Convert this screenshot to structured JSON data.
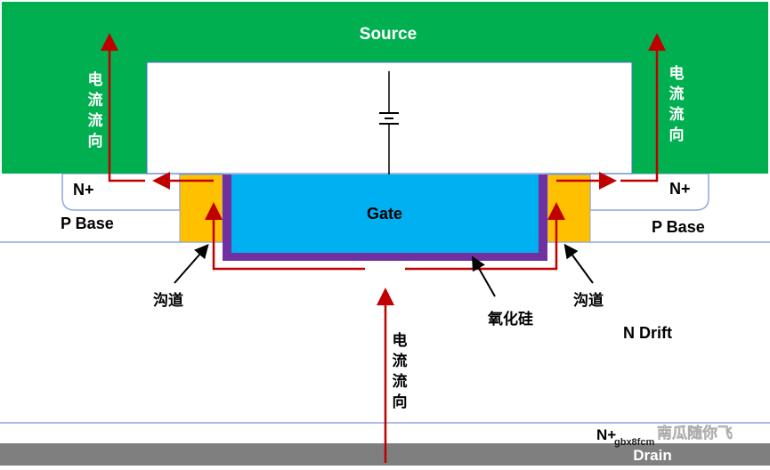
{
  "diagram": {
    "labels": {
      "source": "Source",
      "gate": "Gate",
      "n_plus_left": "N+",
      "n_plus_right": "N+",
      "p_base_left": "P Base",
      "p_base_right": "P Base",
      "n_drift": "N Drift",
      "n_plus_bottom": "N+",
      "drain": "Drain",
      "channel_left": "沟道",
      "channel_right": "沟道",
      "oxide": "氧化硅",
      "current_left": [
        "电",
        "流",
        "流",
        "向"
      ],
      "current_right": [
        "电",
        "流",
        "流",
        "向"
      ],
      "current_center": [
        "电",
        "流",
        "流",
        "向"
      ]
    },
    "watermark": {
      "name": "南瓜随你飞",
      "id": "gbx8fcm"
    },
    "colors": {
      "source_metal": "#00B050",
      "gate_poly": "#00B0F0",
      "gate_oxide": "#7030A0",
      "channel": "#FFC000",
      "drain_metal": "#7F7F7F",
      "current_arrow": "#C00000",
      "region_border": "#8EA9DB",
      "source_label": "#FFFFFF",
      "current_label_on_green": "#FFFFFF",
      "text_dark": "#000000"
    },
    "icons": {
      "battery": "battery-symbol-icon",
      "watermark": "wechat-icon"
    }
  }
}
